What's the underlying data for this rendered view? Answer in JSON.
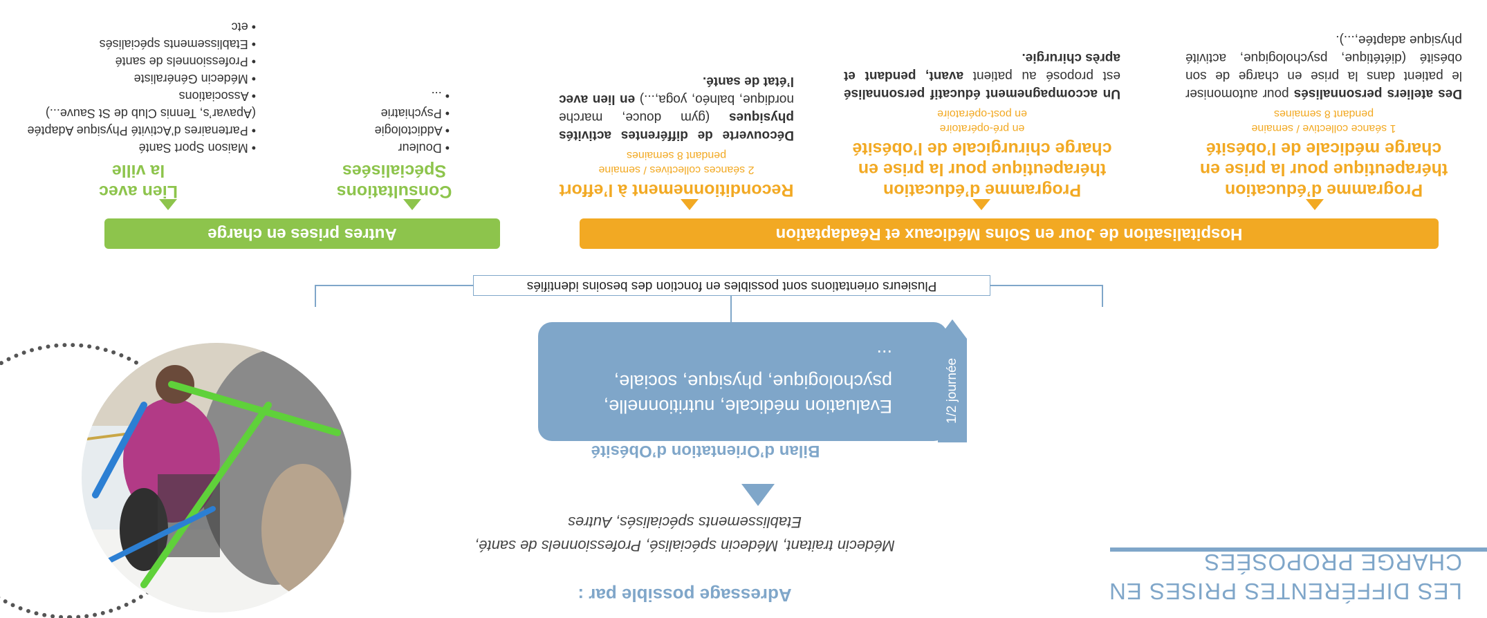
{
  "title": {
    "line1": "LES DIFFÉRENTES PRISES EN",
    "line2": "CHARGE PROPOSÉES"
  },
  "referral": {
    "heading": "Adressage possible par :",
    "line1": "Médecin traitant, Médecin spécialisé, Professionnels de santé,",
    "line2": "Etablissements spécialisés, Autres"
  },
  "bilan": {
    "heading": "Bilan d’Orientation d’Obésité",
    "line1": "Evaluation médicale, nutritionnelle,",
    "line2": "psychologique, physique, sociale,  ...",
    "duration": "1/2 journée"
  },
  "orientation_note": "Plusieurs orientations sont possibles en fonction des besoins identifiés",
  "hdj": {
    "label": "Hospitalisation de Jour en Soins Médicaux et Réadaptation",
    "columns": [
      {
        "title": "Programme d’éducation thérapeutique pour la prise en charge médicale de l’obésité",
        "sub1": "1 séance collective / semaine",
        "sub2": "pendant 8 semaines",
        "desc_bold": "Des ateliers personnalisés",
        "desc_rest": " pour automoniser le patient dans la prise en charge de son obésité (diététique, psychologique, activité physique adaptée,...)."
      },
      {
        "title": "Programme d’éducation thérapeutique pour la prise en charge chirurgicale de l’obésité",
        "sub1": "en pré-opératoire",
        "sub2": "en post-opératoire",
        "desc_bold": "Un accompagnement éducatif personnalisé",
        "desc_rest": " est proposé au patient ",
        "desc_bold2": "avant, pendant et après chirurgie."
      },
      {
        "title": "Reconditionnement à l’effort",
        "sub1": "2 séances collectives / semaine",
        "sub2": "pendant 8 semaines",
        "desc_bold": "Découverte de différentes activités physiques",
        "desc_rest": " (gym douce, marche nordique, balnéo, yoga,...) ",
        "desc_bold2": "en lien avec l’état de santé."
      }
    ]
  },
  "autres": {
    "label": "Autres prises en charge",
    "consultations": {
      "title1": "Consultations",
      "title2": "Spécialisées",
      "items": [
        "Douleur",
        "Addictologie",
        "Psychiatrie",
        "..."
      ]
    },
    "ville": {
      "title1": "Lien avec",
      "title2": "la ville",
      "items": [
        "Maison Sport Santé",
        "Partenaires d’Activité Physique Adaptée (Apavar’s, Tennis Club de St Sauve...)",
        "Associations",
        "Médecin Généraliste",
        "Professionnels de santé",
        "Etablissements spécialisés",
        "etc"
      ]
    }
  },
  "colors": {
    "blue": "#7fa6c9",
    "orange": "#f2a923",
    "green": "#8dc44c"
  }
}
